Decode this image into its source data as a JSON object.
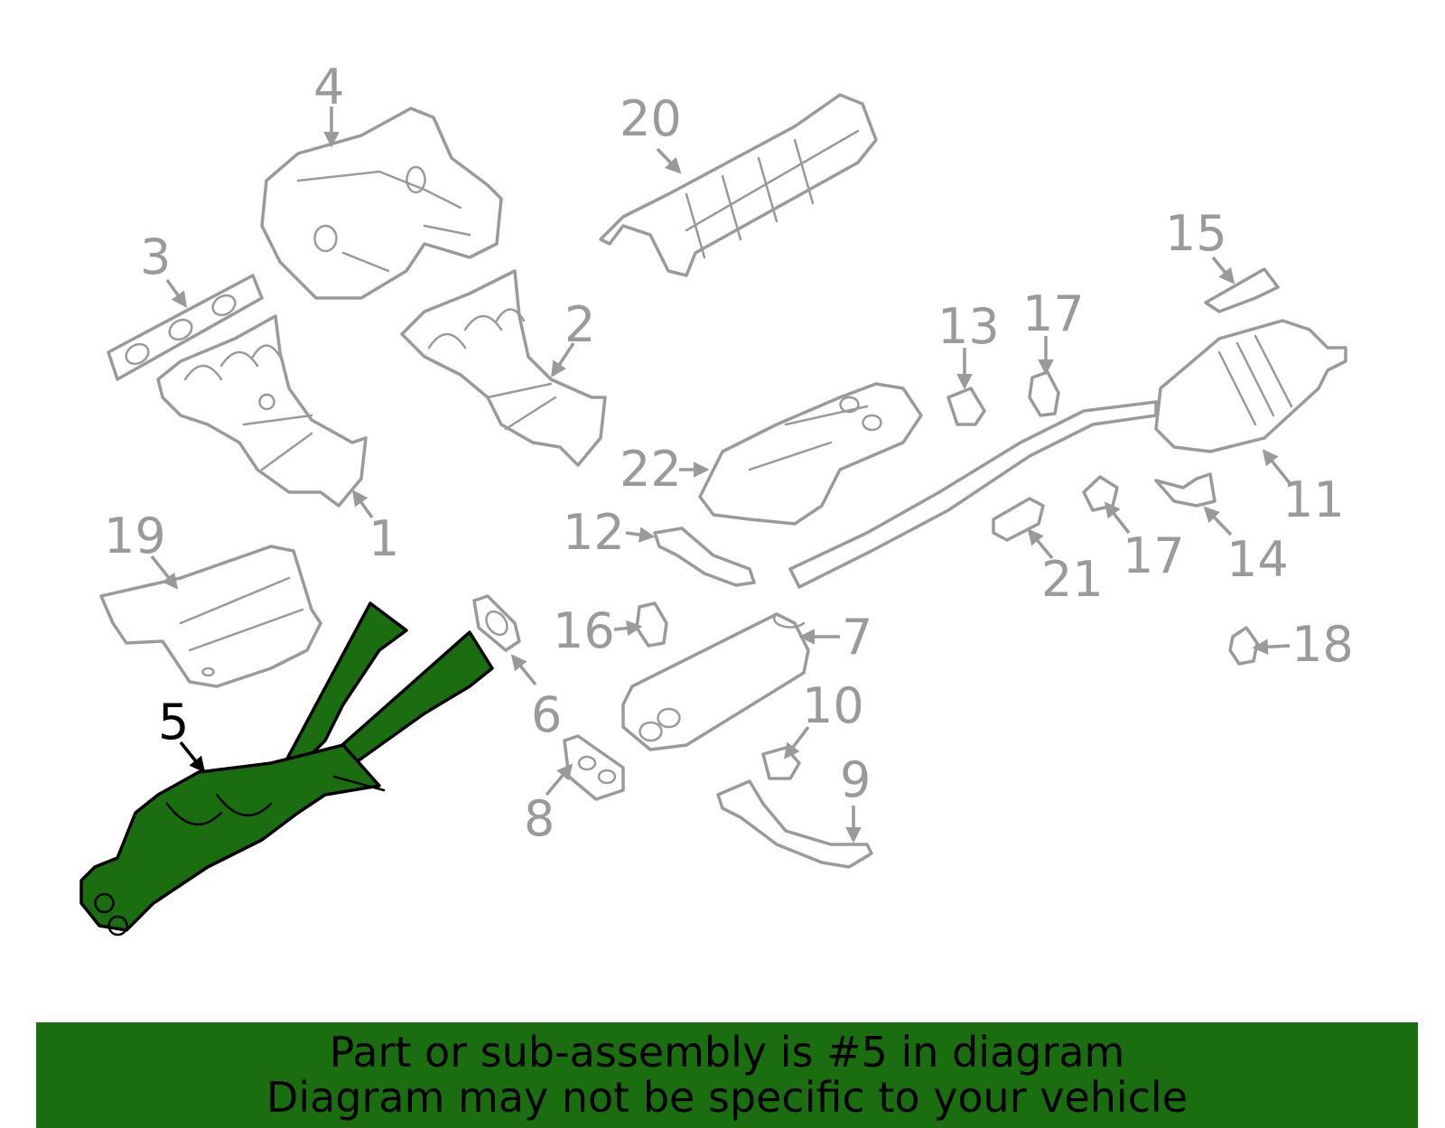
{
  "diagram": {
    "highlighted_part": "5",
    "callouts": [
      "1",
      "2",
      "3",
      "4",
      "5",
      "6",
      "7",
      "8",
      "9",
      "10",
      "11",
      "12",
      "13",
      "14",
      "15",
      "16",
      "17",
      "17",
      "18",
      "19",
      "20",
      "21",
      "22"
    ]
  },
  "banner": {
    "line1": "Part or sub-assembly is #5 in diagram",
    "line2": "Diagram may not be specific to your vehicle",
    "color": "#1a6e10"
  },
  "colors": {
    "part_outline": "#9a9a9a",
    "highlight_fill": "#1a6e10"
  }
}
